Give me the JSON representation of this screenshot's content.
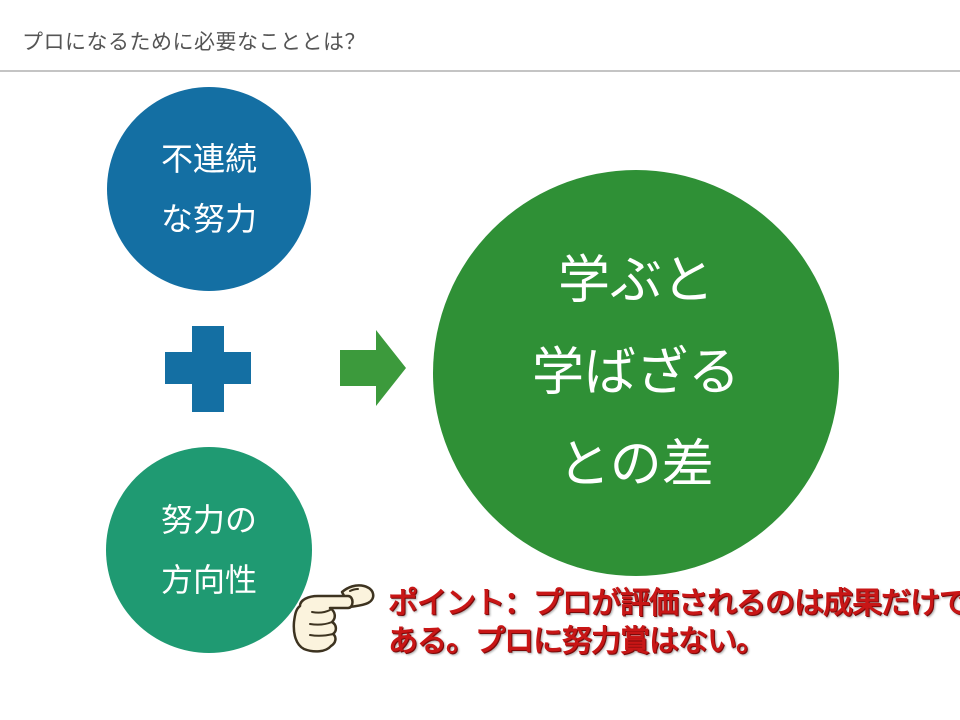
{
  "title": "プロになるために必要なこととは？",
  "circles": {
    "discontinuous_effort": {
      "lines": [
        "不連続",
        "な努力"
      ],
      "color": "#146fa3"
    },
    "direction_of_effort": {
      "lines": [
        "努力の",
        "方向性"
      ],
      "color": "#1f9a72"
    },
    "result": {
      "lines": [
        "学ぶと",
        "学ばざる",
        "との差"
      ],
      "color": "#2f9036"
    }
  },
  "icons": {
    "plus": "plus-icon",
    "arrow": "right-arrow-icon",
    "hand": "pointing-hand-icon"
  },
  "point_note": {
    "lines": [
      "ポイント：プロが評価されるのは成果だけで",
      "ある。プロに努力賞はない。"
    ],
    "color": "#c81616"
  }
}
